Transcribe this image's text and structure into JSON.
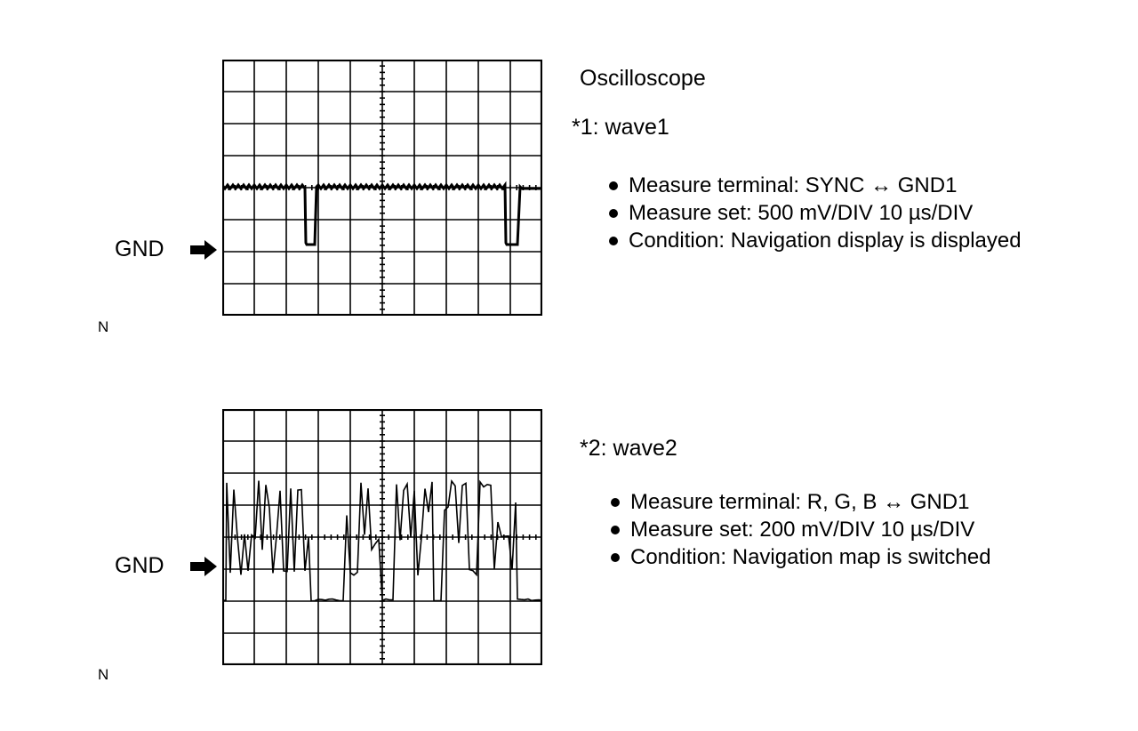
{
  "title": "Oscilloscope",
  "gnd_label": "GND",
  "corner_mark": "N",
  "waves": [
    {
      "heading": "*1: wave1",
      "bullets": [
        "Measure terminal: SYNC ↔ GND1",
        "Measure set: 500 mV/DIV 10 µs/DIV",
        "Condition: Navigation display is displayed"
      ]
    },
    {
      "heading": "*2: wave2",
      "bullets": [
        "Measure terminal: R, G, B ↔ GND1",
        "Measure set: 200 mV/DIV 10 µs/DIV",
        "Condition: Navigation map is switched"
      ]
    }
  ],
  "icons": {
    "gnd_arrow": "right-arrow-icon"
  },
  "colors": {
    "ink": "#000000",
    "background": "#ffffff"
  }
}
